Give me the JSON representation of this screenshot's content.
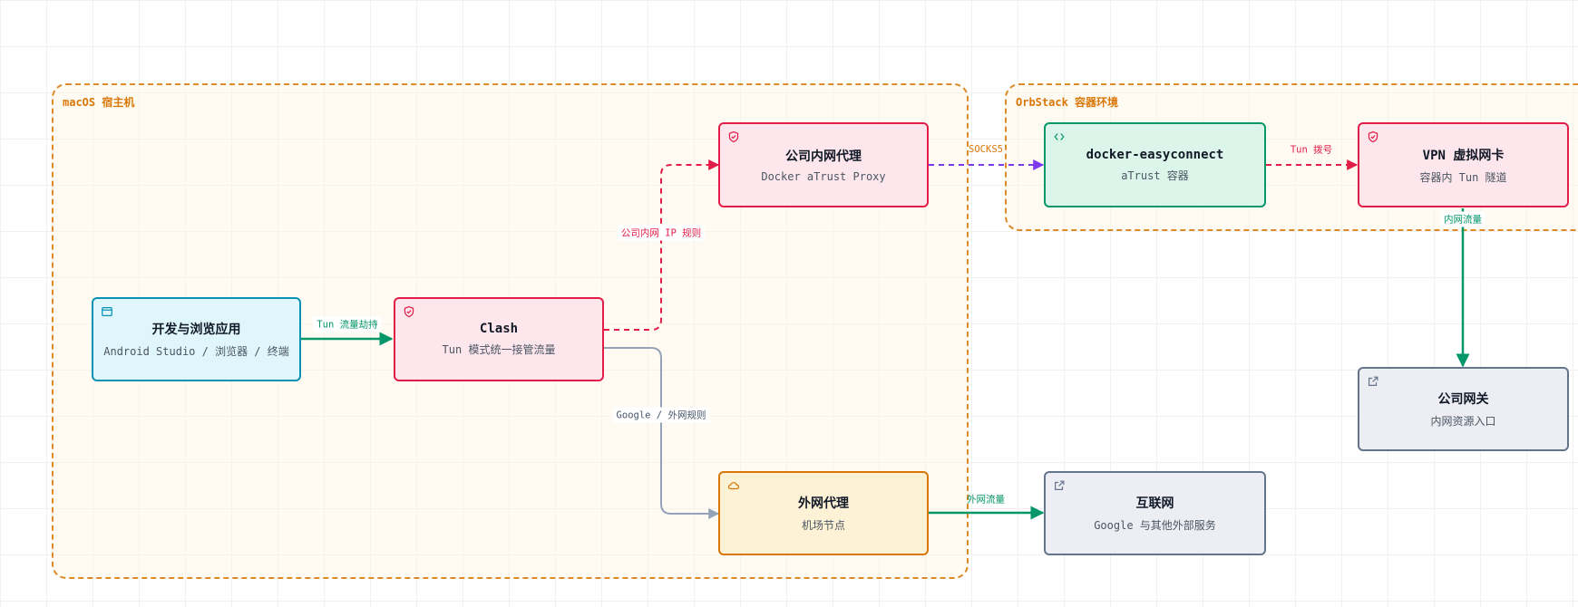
{
  "groups": {
    "macos": {
      "title": "macOS 宿主机"
    },
    "orbstack": {
      "title": "OrbStack 容器环境"
    }
  },
  "nodes": {
    "dev_apps": {
      "title": "开发与浏览应用",
      "subtitle": "Android Studio / 浏览器 / 终端",
      "icon": "browser-window-icon",
      "color": "#0891b2"
    },
    "clash": {
      "title": "Clash",
      "subtitle": "Tun 模式统一接管流量",
      "icon": "shield-check-icon",
      "color": "#e11d48"
    },
    "intranet_proxy": {
      "title": "公司内网代理",
      "subtitle": "Docker aTrust Proxy",
      "icon": "shield-check-icon",
      "color": "#e11d48"
    },
    "external_proxy": {
      "title": "外网代理",
      "subtitle": "机场节点",
      "icon": "cloud-icon",
      "color": "#d97706"
    },
    "docker_easyconnect": {
      "title": "docker-easyconnect",
      "subtitle": "aTrust 容器",
      "icon": "code-brackets-icon",
      "color": "#059669"
    },
    "vpn_nic": {
      "title": "VPN 虚拟网卡",
      "subtitle": "容器内 Tun 隧道",
      "icon": "shield-check-icon",
      "color": "#e11d48"
    },
    "company_gateway": {
      "title": "公司网关",
      "subtitle": "内网资源入口",
      "icon": "external-link-icon",
      "color": "#64748b"
    },
    "internet": {
      "title": "互联网",
      "subtitle": "Google 与其他外部服务",
      "icon": "external-link-icon",
      "color": "#64748b"
    }
  },
  "edges": {
    "tun_hijack": {
      "label": "Tun 流量劫持",
      "color": "#059669"
    },
    "intranet_rule": {
      "label": "公司内网 IP 规则",
      "color": "#e11d48"
    },
    "external_rule": {
      "label": "Google / 外网规则",
      "color": "#94a3b8"
    },
    "socks5": {
      "label": "SOCKS5",
      "color": "#7c3aed",
      "label_color": "#d97706"
    },
    "tun_dial": {
      "label": "Tun 拨号",
      "color": "#e11d48"
    },
    "intranet_traffic": {
      "label": "内网流量",
      "color": "#059669"
    },
    "external_traffic": {
      "label": "外网流量",
      "color": "#059669"
    }
  }
}
